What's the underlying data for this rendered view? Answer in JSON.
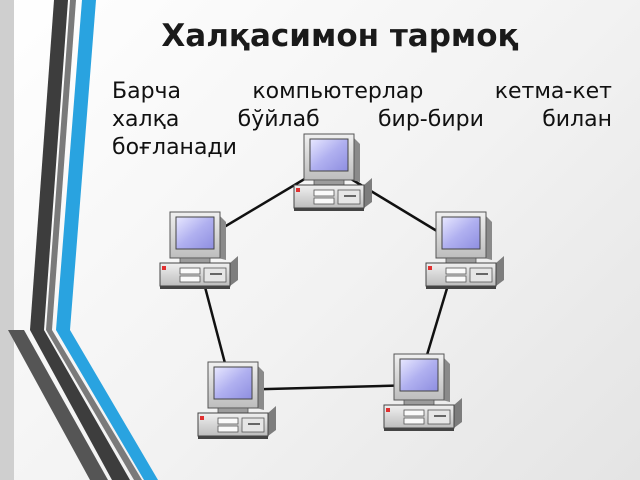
{
  "slide": {
    "title": "Халқасимон тармоқ",
    "description_lines": [
      "Барча компьютерлар кетма-кет",
      "халқа бўйлаб бир-бири билан",
      "боғланади"
    ]
  },
  "diagram": {
    "topology": "ring",
    "nodes": [
      {
        "id": "pc-top",
        "icon": "desktop-computer-icon"
      },
      {
        "id": "pc-right",
        "icon": "desktop-computer-icon"
      },
      {
        "id": "pc-bottom-right",
        "icon": "desktop-computer-icon"
      },
      {
        "id": "pc-bottom-left",
        "icon": "desktop-computer-icon"
      },
      {
        "id": "pc-left",
        "icon": "desktop-computer-icon"
      }
    ],
    "links": [
      [
        "pc-top",
        "pc-right"
      ],
      [
        "pc-right",
        "pc-bottom-right"
      ],
      [
        "pc-bottom-right",
        "pc-bottom-left"
      ],
      [
        "pc-bottom-left",
        "pc-left"
      ],
      [
        "pc-left",
        "pc-top"
      ]
    ]
  },
  "colors": {
    "accent_blue": "#29a3e0",
    "accent_dark": "#3a3a3a",
    "screen": "#b8b8f0",
    "case": "#d6d6d6"
  }
}
